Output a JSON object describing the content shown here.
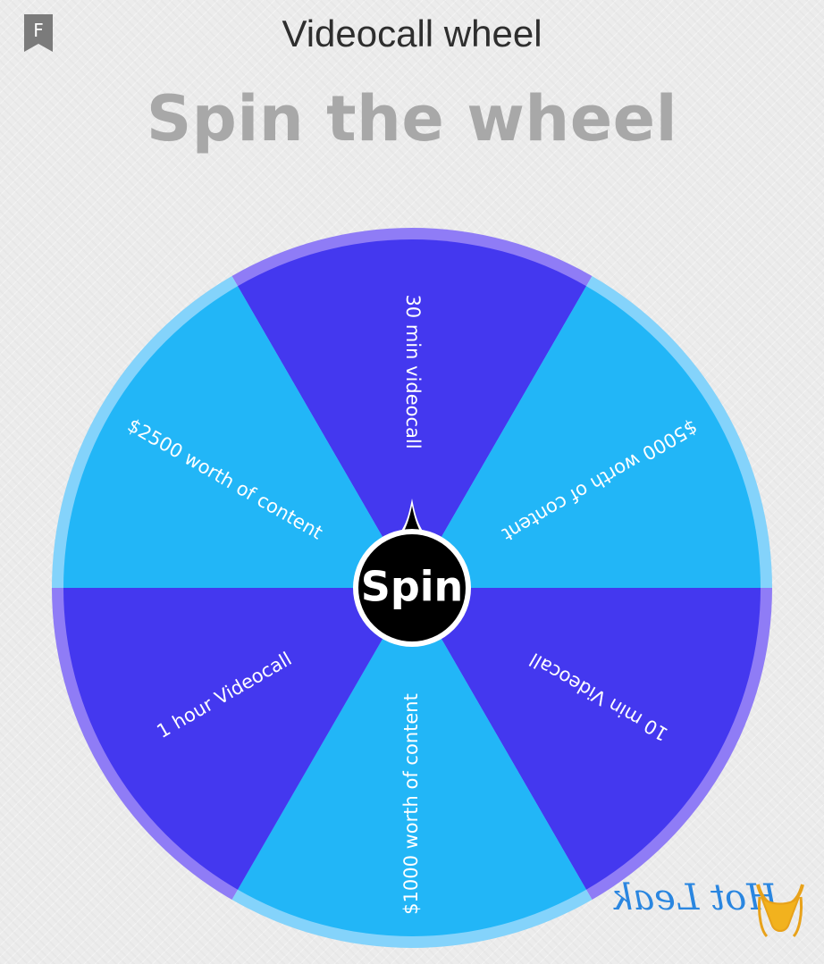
{
  "header": {
    "bookmark_letter": "F",
    "title": "Videocall wheel"
  },
  "headline": "Spin the wheel",
  "wheel": {
    "colors": {
      "dark": "#4438ef",
      "light": "#22b6f7",
      "rim_dark": "#8f7cf6",
      "rim_light": "#84d3fb",
      "hub": "#000000"
    },
    "segments": [
      {
        "label": "30 min videocall",
        "color": "dark"
      },
      {
        "label": "$5000 worth of content",
        "color": "light"
      },
      {
        "label": "10 min Videocall",
        "color": "dark"
      },
      {
        "label": "$1000 worth of content",
        "color": "light"
      },
      {
        "label": "1 hour Videocall",
        "color": "dark"
      },
      {
        "label": "$2500 worth of content",
        "color": "light"
      }
    ],
    "spin_button_label": "Spin"
  },
  "watermark": {
    "text": "Hot Leak",
    "logo": "bikini-icon",
    "color": "#2a86e0"
  }
}
